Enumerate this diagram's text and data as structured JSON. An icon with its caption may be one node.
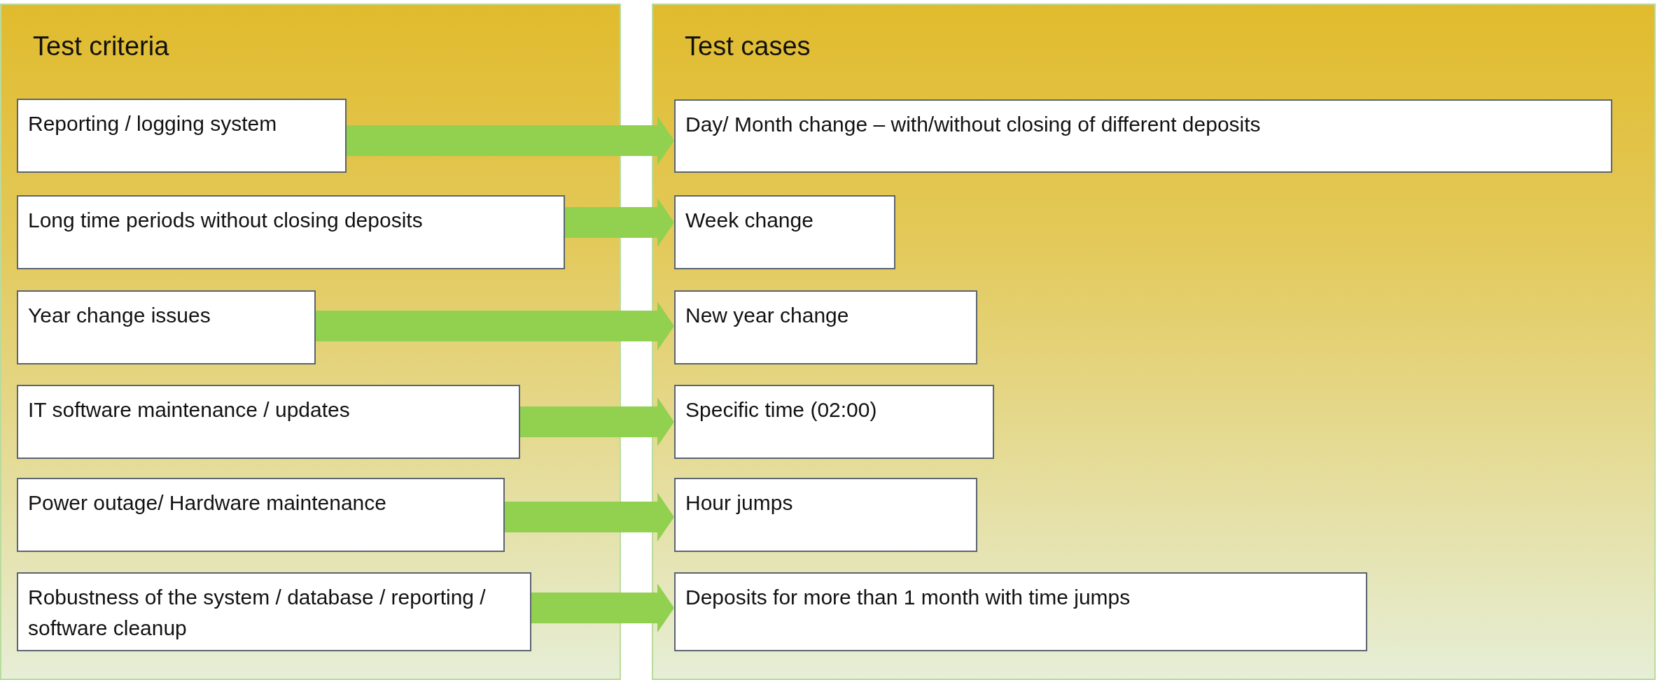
{
  "diagram": {
    "nodes": [
      {
        "text": [
          "Test criteria"
        ]
      },
      {
        "text": [
          "Test cases"
        ]
      },
      {
        "text": [
          "Reporting / logging system"
        ],
        "in": 0
      },
      {
        "text": [
          "Long time periods without closing deposits"
        ],
        "in": 0
      },
      {
        "text": [
          "Year change issues"
        ],
        "in": 0
      },
      {
        "text": [
          "IT software maintenance / updates"
        ],
        "in": 0
      },
      {
        "text": [
          "Power outage/ Hardware maintenance"
        ],
        "in": 0
      },
      {
        "text": [
          "Robustness of the system / database / reporting / software cleanup"
        ],
        "in": 0
      },
      {
        "text": [
          "Day/ Month change – with/without closing of different deposits"
        ],
        "in": 1
      },
      {
        "text": [
          "Week change"
        ],
        "in": 1
      },
      {
        "text": [
          "New year change"
        ],
        "in": 1
      },
      {
        "text": [
          "Specific time (02:00)"
        ],
        "in": 1
      },
      {
        "text": [
          "Hour jumps"
        ],
        "in": 1
      },
      {
        "text": [
          "Deposits for more than 1 month with time jumps"
        ],
        "in": 1
      }
    ],
    "edges": [
      {
        "from": 2,
        "to": 8,
        "arrow": "to"
      },
      {
        "from": 3,
        "to": 9,
        "arrow": "to"
      },
      {
        "from": 4,
        "to": 10,
        "arrow": "to"
      },
      {
        "from": 5,
        "to": 11,
        "arrow": "to"
      },
      {
        "from": 6,
        "to": 12,
        "arrow": "to"
      },
      {
        "from": 7,
        "to": 13,
        "arrow": "to"
      }
    ]
  }
}
